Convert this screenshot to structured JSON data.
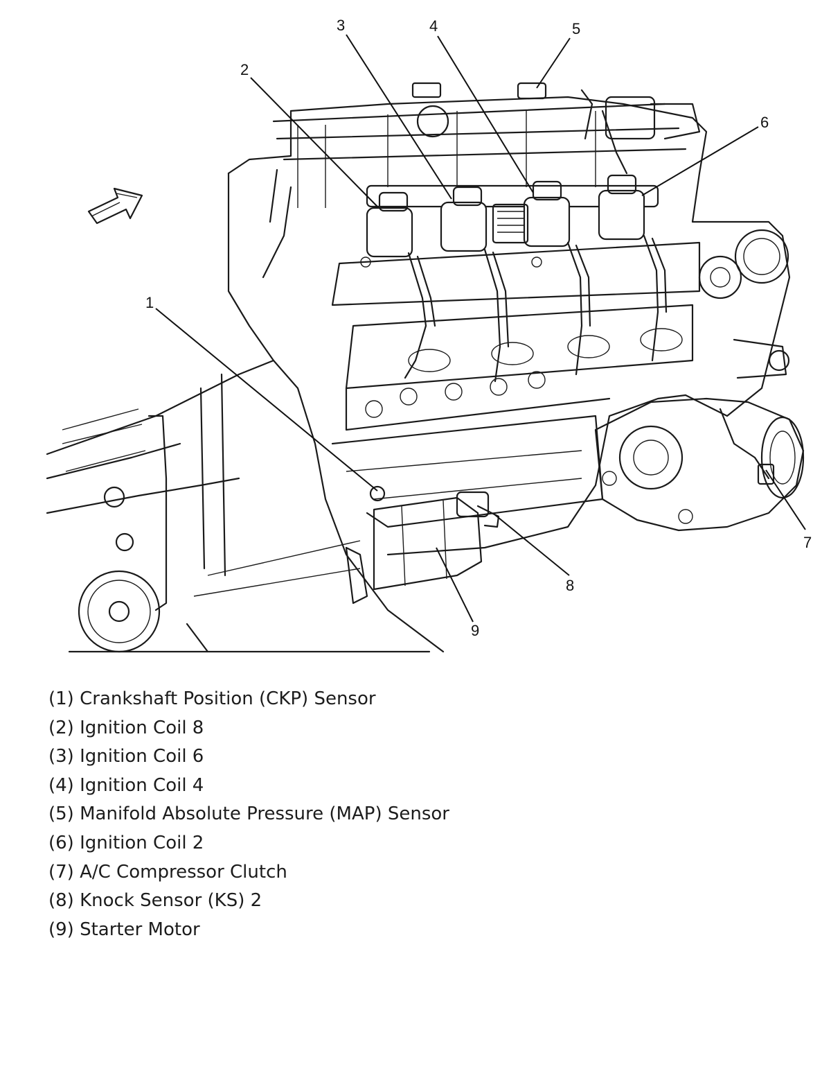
{
  "callouts": {
    "c1": "1",
    "c2": "2",
    "c3": "3",
    "c4": "4",
    "c5": "5",
    "c6": "6",
    "c7": "7",
    "c8": "8",
    "c9": "9"
  },
  "legend": [
    "(1) Crankshaft Position (CKP) Sensor",
    "(2) Ignition Coil 8",
    "(3) Ignition Coil 6",
    "(4) Ignition Coil 4",
    "(5) Manifold Absolute Pressure (MAP) Sensor",
    "(6) Ignition Coil 2",
    "(7) A/C Compressor Clutch",
    "(8) Knock Sensor (KS) 2",
    "(9) Starter Motor"
  ],
  "icons": [
    "direction-arrow-icon"
  ]
}
